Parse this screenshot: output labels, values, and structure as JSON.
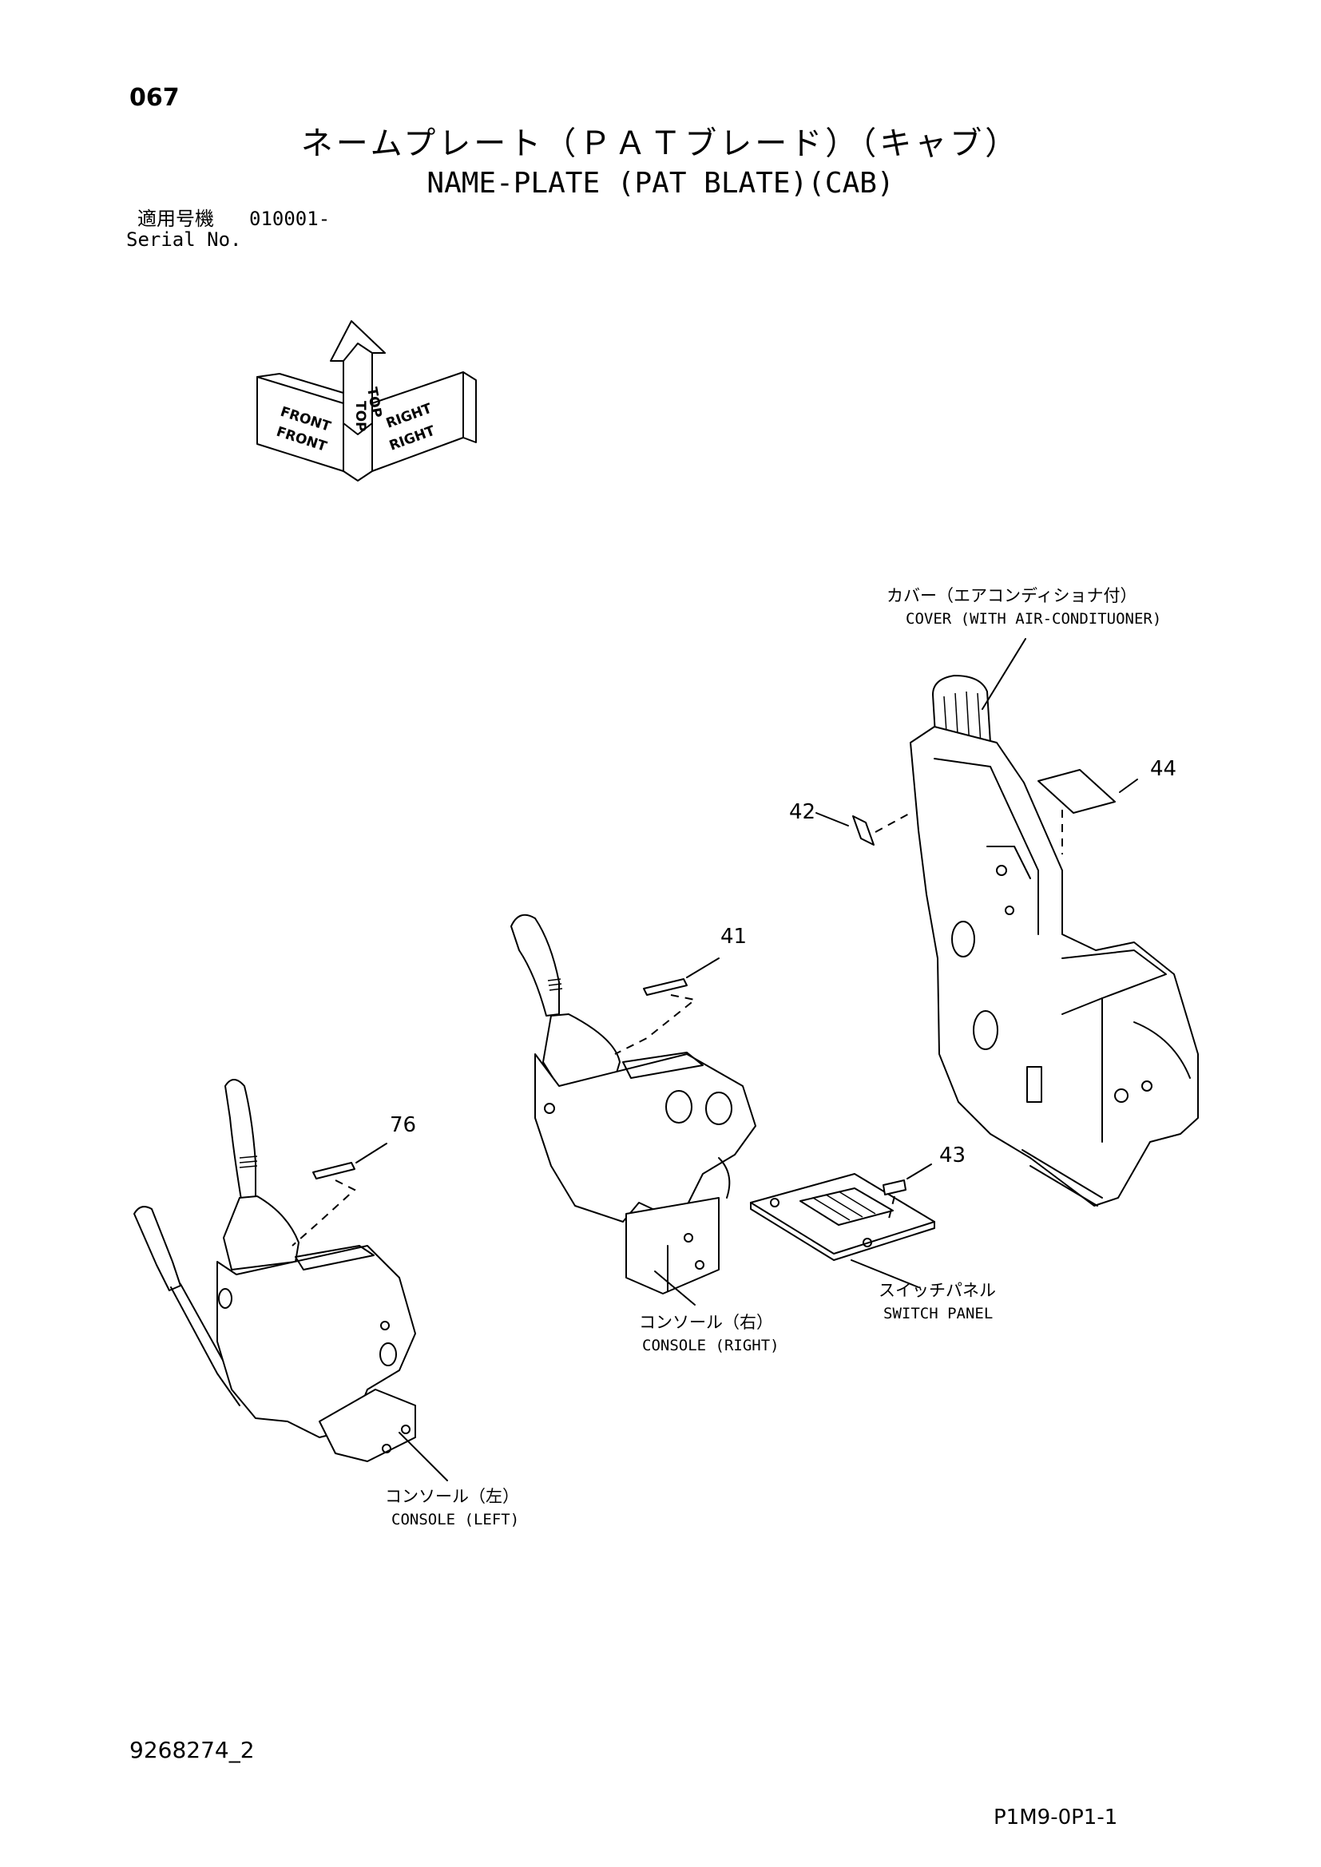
{
  "page_number": "067",
  "title_jp": "ネームプレート（ＰＡＴブレード）（キャブ）",
  "title_en": "NAME-PLATE (PAT BLATE)(CAB)",
  "serial": {
    "label_jp": "適用号機",
    "value": "010001-",
    "label_en": "Serial No."
  },
  "orientation": {
    "top": "TOP",
    "front": "FRONT",
    "right": "RIGHT"
  },
  "parts": [
    {
      "number": "41"
    },
    {
      "number": "42"
    },
    {
      "number": "43"
    },
    {
      "number": "44"
    },
    {
      "number": "76"
    }
  ],
  "labels": {
    "cover_jp": "カバー（エアコンディショナ付）",
    "cover_en": "COVER (WITH AIR-CONDITUONER)",
    "switch_panel_jp": "スイッチパネル",
    "switch_panel_en": "SWITCH PANEL",
    "console_right_jp": "コンソール（右）",
    "console_right_en": "CONSOLE (RIGHT)",
    "console_left_jp": "コンソール（左）",
    "console_left_en": "CONSOLE (LEFT)"
  },
  "footer": {
    "drawing_code": "9268274_2",
    "page_ref": "P1M9-0P1-1"
  }
}
